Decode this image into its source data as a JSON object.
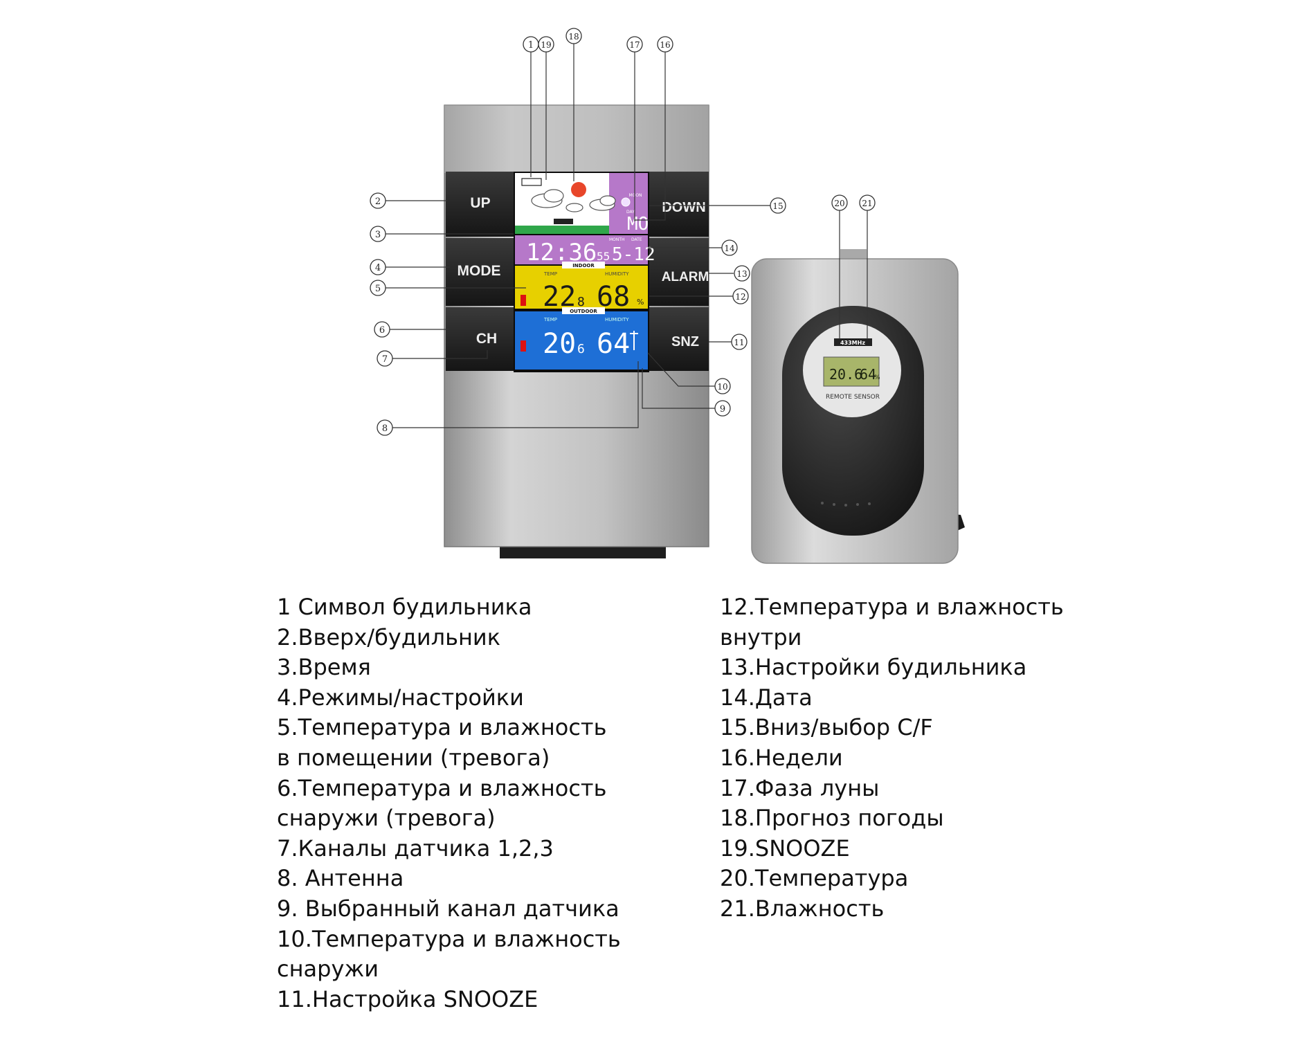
{
  "device": {
    "buttons": {
      "up": "UP",
      "mode": "MODE",
      "ch": "CH",
      "down": "DOWN",
      "alarm": "ALARM",
      "snz": "SNZ"
    },
    "screen": {
      "moon_label": "MOON",
      "day_label": "DAY",
      "day_value": "MO",
      "time": "12:36",
      "seconds": "55",
      "month_label": "MONTH",
      "date_label": "DATE",
      "date_value": "5-12",
      "indoor_label": "INDOOR",
      "outdoor_label": "OUTDOOR",
      "temp_label": "TEMP",
      "humidity_label": "HUMIDITY",
      "indoor_temp": "22",
      "indoor_temp_dec": "8",
      "indoor_hum": "68",
      "outdoor_temp": "20",
      "outdoor_temp_dec": "6",
      "outdoor_hum": "64",
      "percent": "%"
    },
    "sensor": {
      "freq": "433MHz",
      "temp": "20.6",
      "hum": "64",
      "percent": "%",
      "label": "REMOTE SENSOR"
    }
  },
  "callouts": [
    "1",
    "19",
    "18",
    "17",
    "16",
    "2",
    "3",
    "4",
    "5",
    "6",
    "7",
    "8",
    "15",
    "14",
    "13",
    "12",
    "11",
    "10",
    "9",
    "20",
    "21"
  ],
  "legend_left": [
    "1 Символ будильника",
    "2.Вверх/будильник",
    "3.Время",
    "4.Режимы/настройки",
    "5.Температура и влажность",
    "в помещении (тревога)",
    "6.Температура и влажность",
    "снаружи (тревога)",
    "7.Каналы датчика 1,2,3",
    "8. Антенна",
    "9. Выбранный канал датчика",
    "10.Температура и влажность",
    "снаружи",
    "11.Настройка SNOOZE"
  ],
  "legend_right": [
    "12.Температура и влажность",
    "внутри",
    "13.Настройки будильника",
    "14.Дата",
    "15.Вниз/выбор C/F",
    "16.Недели",
    "17.Фаза луны",
    "18.Прогноз погоды",
    "19.SNOOZE",
    "20.Температура",
    "21.Влажность"
  ],
  "colors": {
    "purple": "#b678c9",
    "green": "#2fa64a",
    "yellow": "#e7d000",
    "blue": "#1e6fd6",
    "button": "#222222",
    "silver": "#b9b9b9"
  }
}
